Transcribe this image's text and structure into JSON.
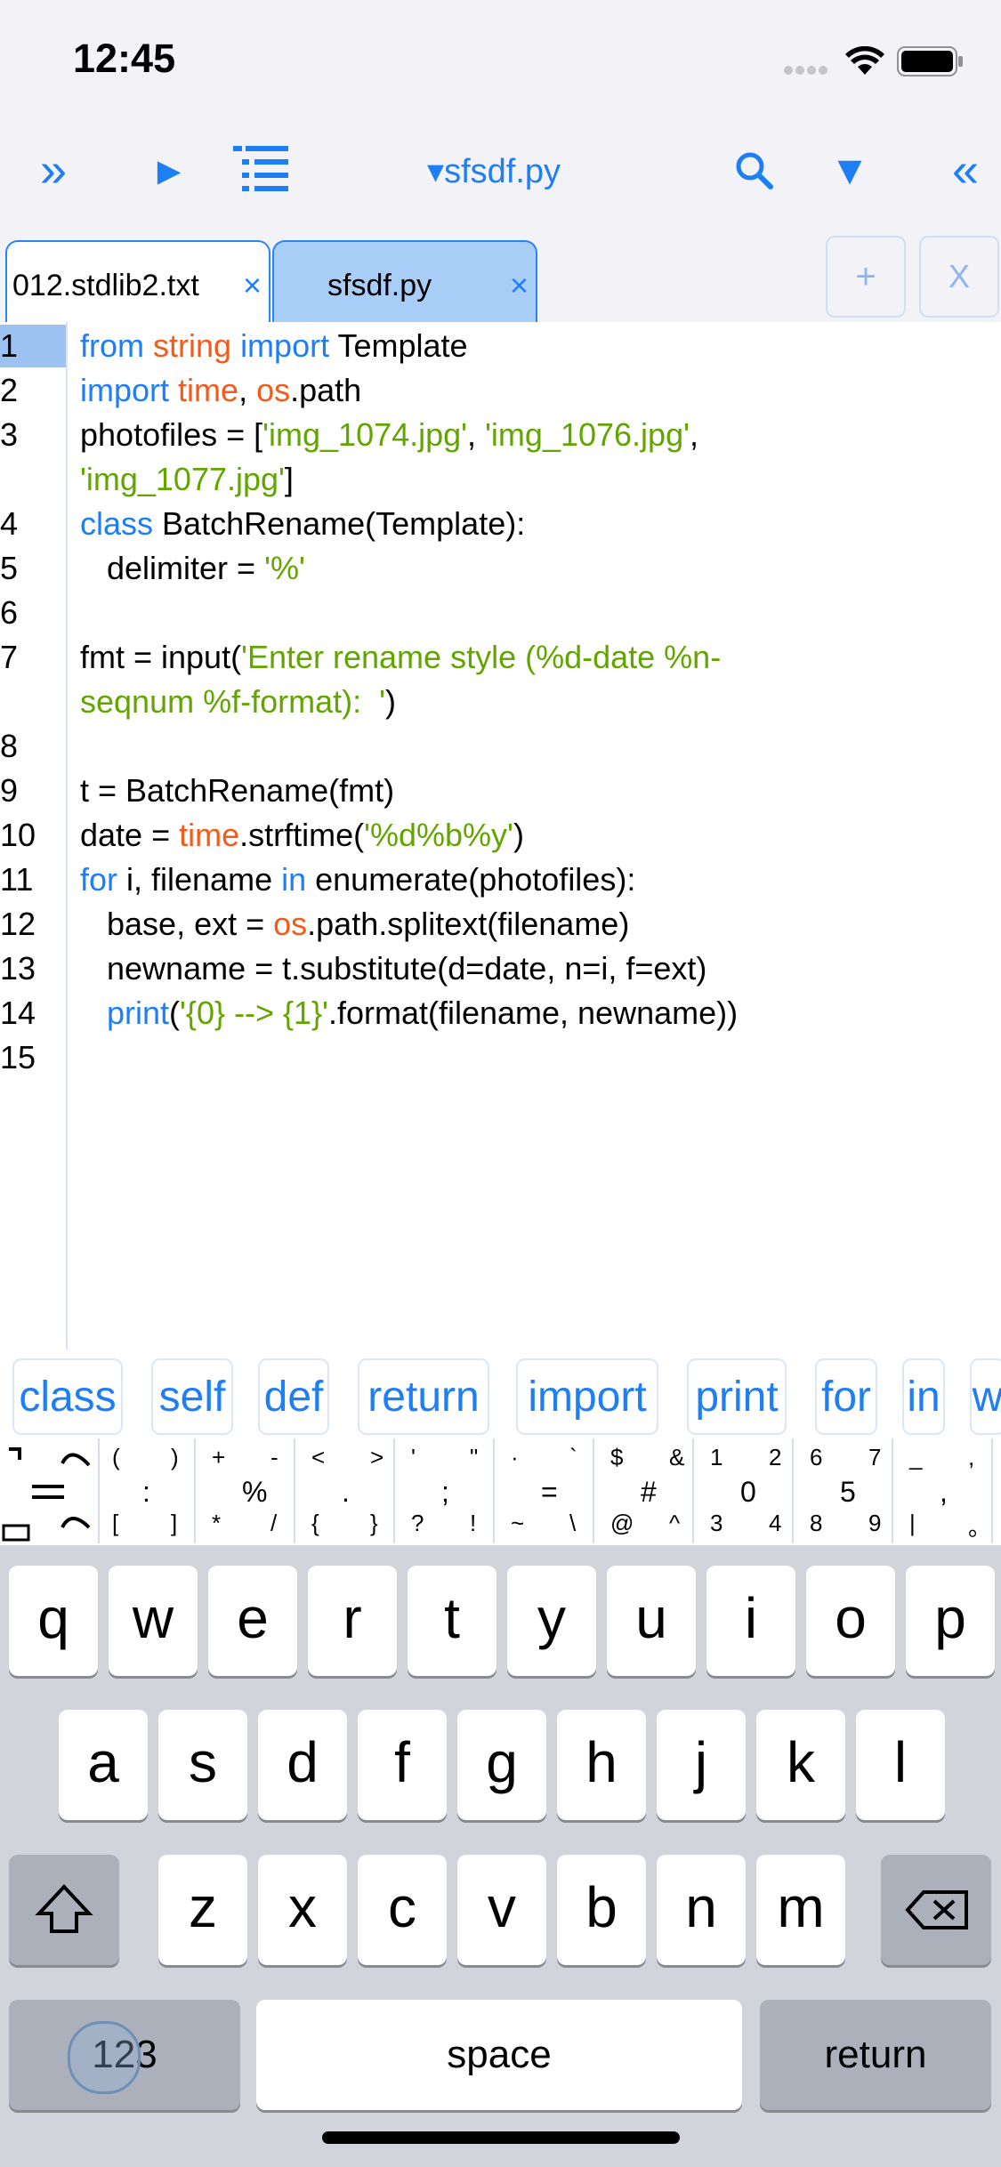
{
  "status": {
    "time": "12:45"
  },
  "toolbar": {
    "indent_icon": "»",
    "run_icon": "►",
    "outline_icon": "list-icon",
    "filename": "▾sfsdf.py",
    "search_icon": "search-icon",
    "dropdown_icon": "▼",
    "collapse_icon": "«"
  },
  "tabs": [
    {
      "label": "012.stdlib2.txt",
      "close": "×"
    },
    {
      "label": "sfsdf.py",
      "close": "×"
    }
  ],
  "tab_buttons": {
    "add": "+",
    "close": "X"
  },
  "editor": {
    "line_numbers": [
      "1",
      "2",
      "3",
      "4",
      "5",
      "6",
      "7",
      "8",
      "9",
      "10",
      "11",
      "12",
      "13",
      "14",
      "15"
    ]
  },
  "suggestions": [
    "class",
    "self",
    "def",
    "return",
    "import",
    "print",
    "for",
    "in",
    "w"
  ],
  "symbol_keys": [
    [
      "(",
      ")",
      ":",
      "[",
      "]"
    ],
    [
      "+",
      "-",
      "%",
      "*",
      "/"
    ],
    [
      "<",
      ">",
      ".",
      "{",
      "}"
    ],
    [
      "'",
      "\"",
      ";",
      "?",
      "!"
    ],
    [
      "·",
      "`",
      "=",
      "~",
      "\\"
    ],
    [
      "$",
      "&",
      "#",
      "@",
      "^"
    ],
    [
      "1",
      "2",
      "0",
      "3",
      "4"
    ],
    [
      "6",
      "7",
      "5",
      "8",
      "9"
    ],
    [
      "_",
      ",",
      ",",
      "|",
      "。"
    ]
  ],
  "keyboard": {
    "row1": [
      "q",
      "w",
      "e",
      "r",
      "t",
      "y",
      "u",
      "i",
      "o",
      "p"
    ],
    "row2": [
      "a",
      "s",
      "d",
      "f",
      "g",
      "h",
      "j",
      "k",
      "l"
    ],
    "row3": [
      "z",
      "x",
      "c",
      "v",
      "b",
      "n",
      "m"
    ],
    "numbers": "123",
    "space": "space",
    "return": "return"
  },
  "colors": {
    "accent": "#1e7ff5",
    "module": "#f25b1a",
    "string": "#63a500"
  }
}
